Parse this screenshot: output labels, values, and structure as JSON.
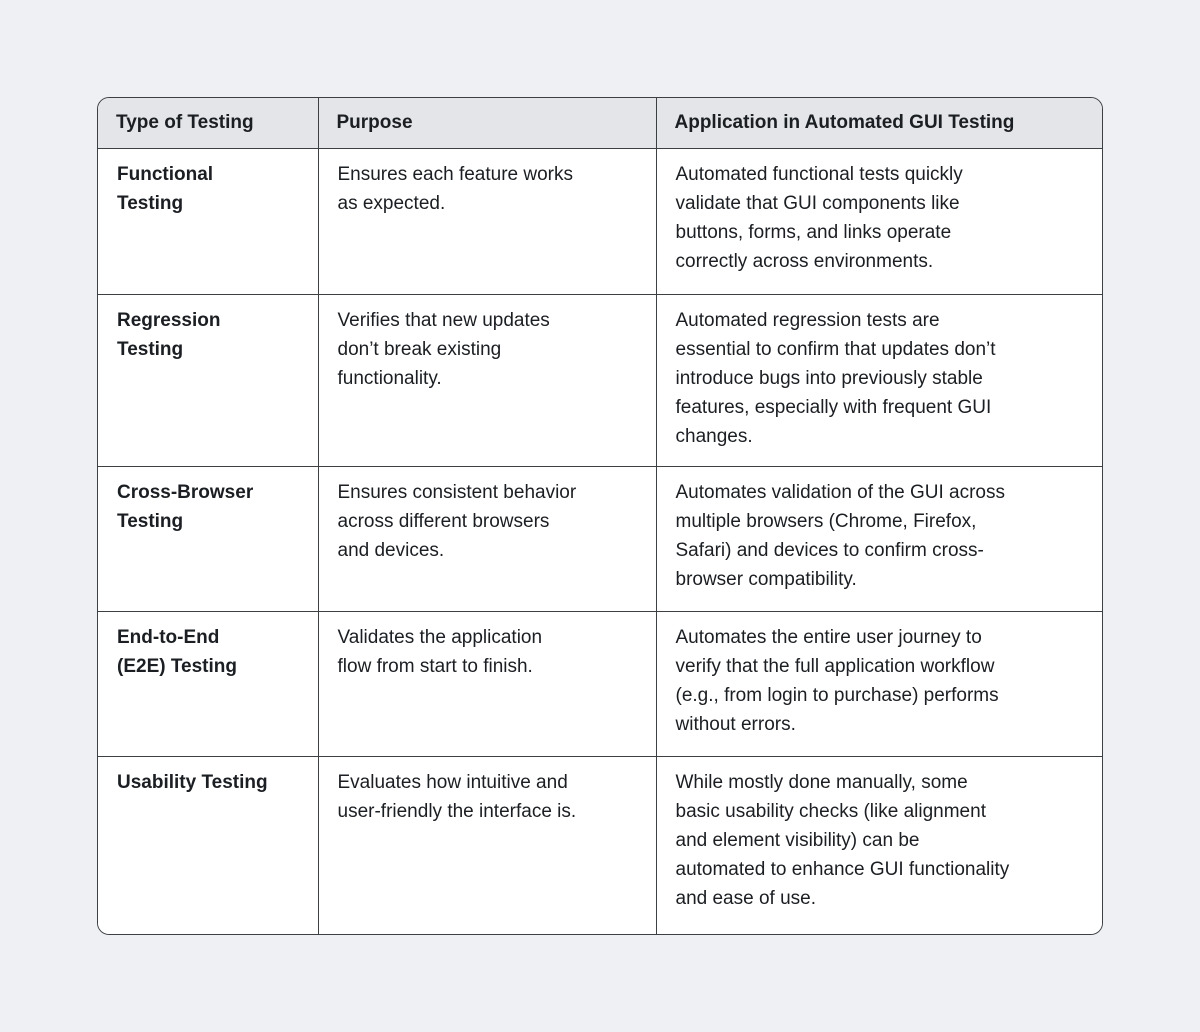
{
  "colors": {
    "page-bg": "#eef0f4",
    "header-bg": "#e3e5e8",
    "cell-bg": "#ffffff",
    "border-color": "#3c4043",
    "text-color": "#1b1e22"
  },
  "table": {
    "columns": {
      "type": "Type of Testing",
      "purpose": "Purpose",
      "application": "Application in Automated GUI Testing"
    },
    "rows": [
      {
        "type": "Functional\nTesting",
        "purpose": "Ensures each feature works\nas expected.",
        "application": "Automated functional tests quickly\nvalidate that GUI components like\nbuttons, forms, and links operate\ncorrectly across environments."
      },
      {
        "type": "Regression\nTesting",
        "purpose": "Verifies that new updates\ndon’t break existing\nfunctionality.",
        "application": "Automated regression tests are\nessential to confirm that updates don’t\nintroduce bugs into previously stable\nfeatures, especially with frequent GUI\nchanges."
      },
      {
        "type": "Cross-Browser\nTesting",
        "purpose": "Ensures consistent behavior\nacross different browsers\nand devices.",
        "application": "Automates validation of the GUI across\nmultiple browsers (Chrome, Firefox,\nSafari) and devices to confirm cross-\nbrowser compatibility."
      },
      {
        "type": "End-to-End\n(E2E) Testing",
        "purpose": "Validates the application\nflow from start to finish.",
        "application": "Automates the entire user journey to\nverify that the full application workflow\n(e.g., from login to purchase) performs\nwithout errors."
      },
      {
        "type": "Usability Testing",
        "purpose": "Evaluates how intuitive and\nuser-friendly the interface is.",
        "application": "While mostly done manually, some\nbasic usability checks (like alignment\nand element visibility) can be\nautomated to enhance GUI functionality\nand ease of use."
      }
    ]
  }
}
